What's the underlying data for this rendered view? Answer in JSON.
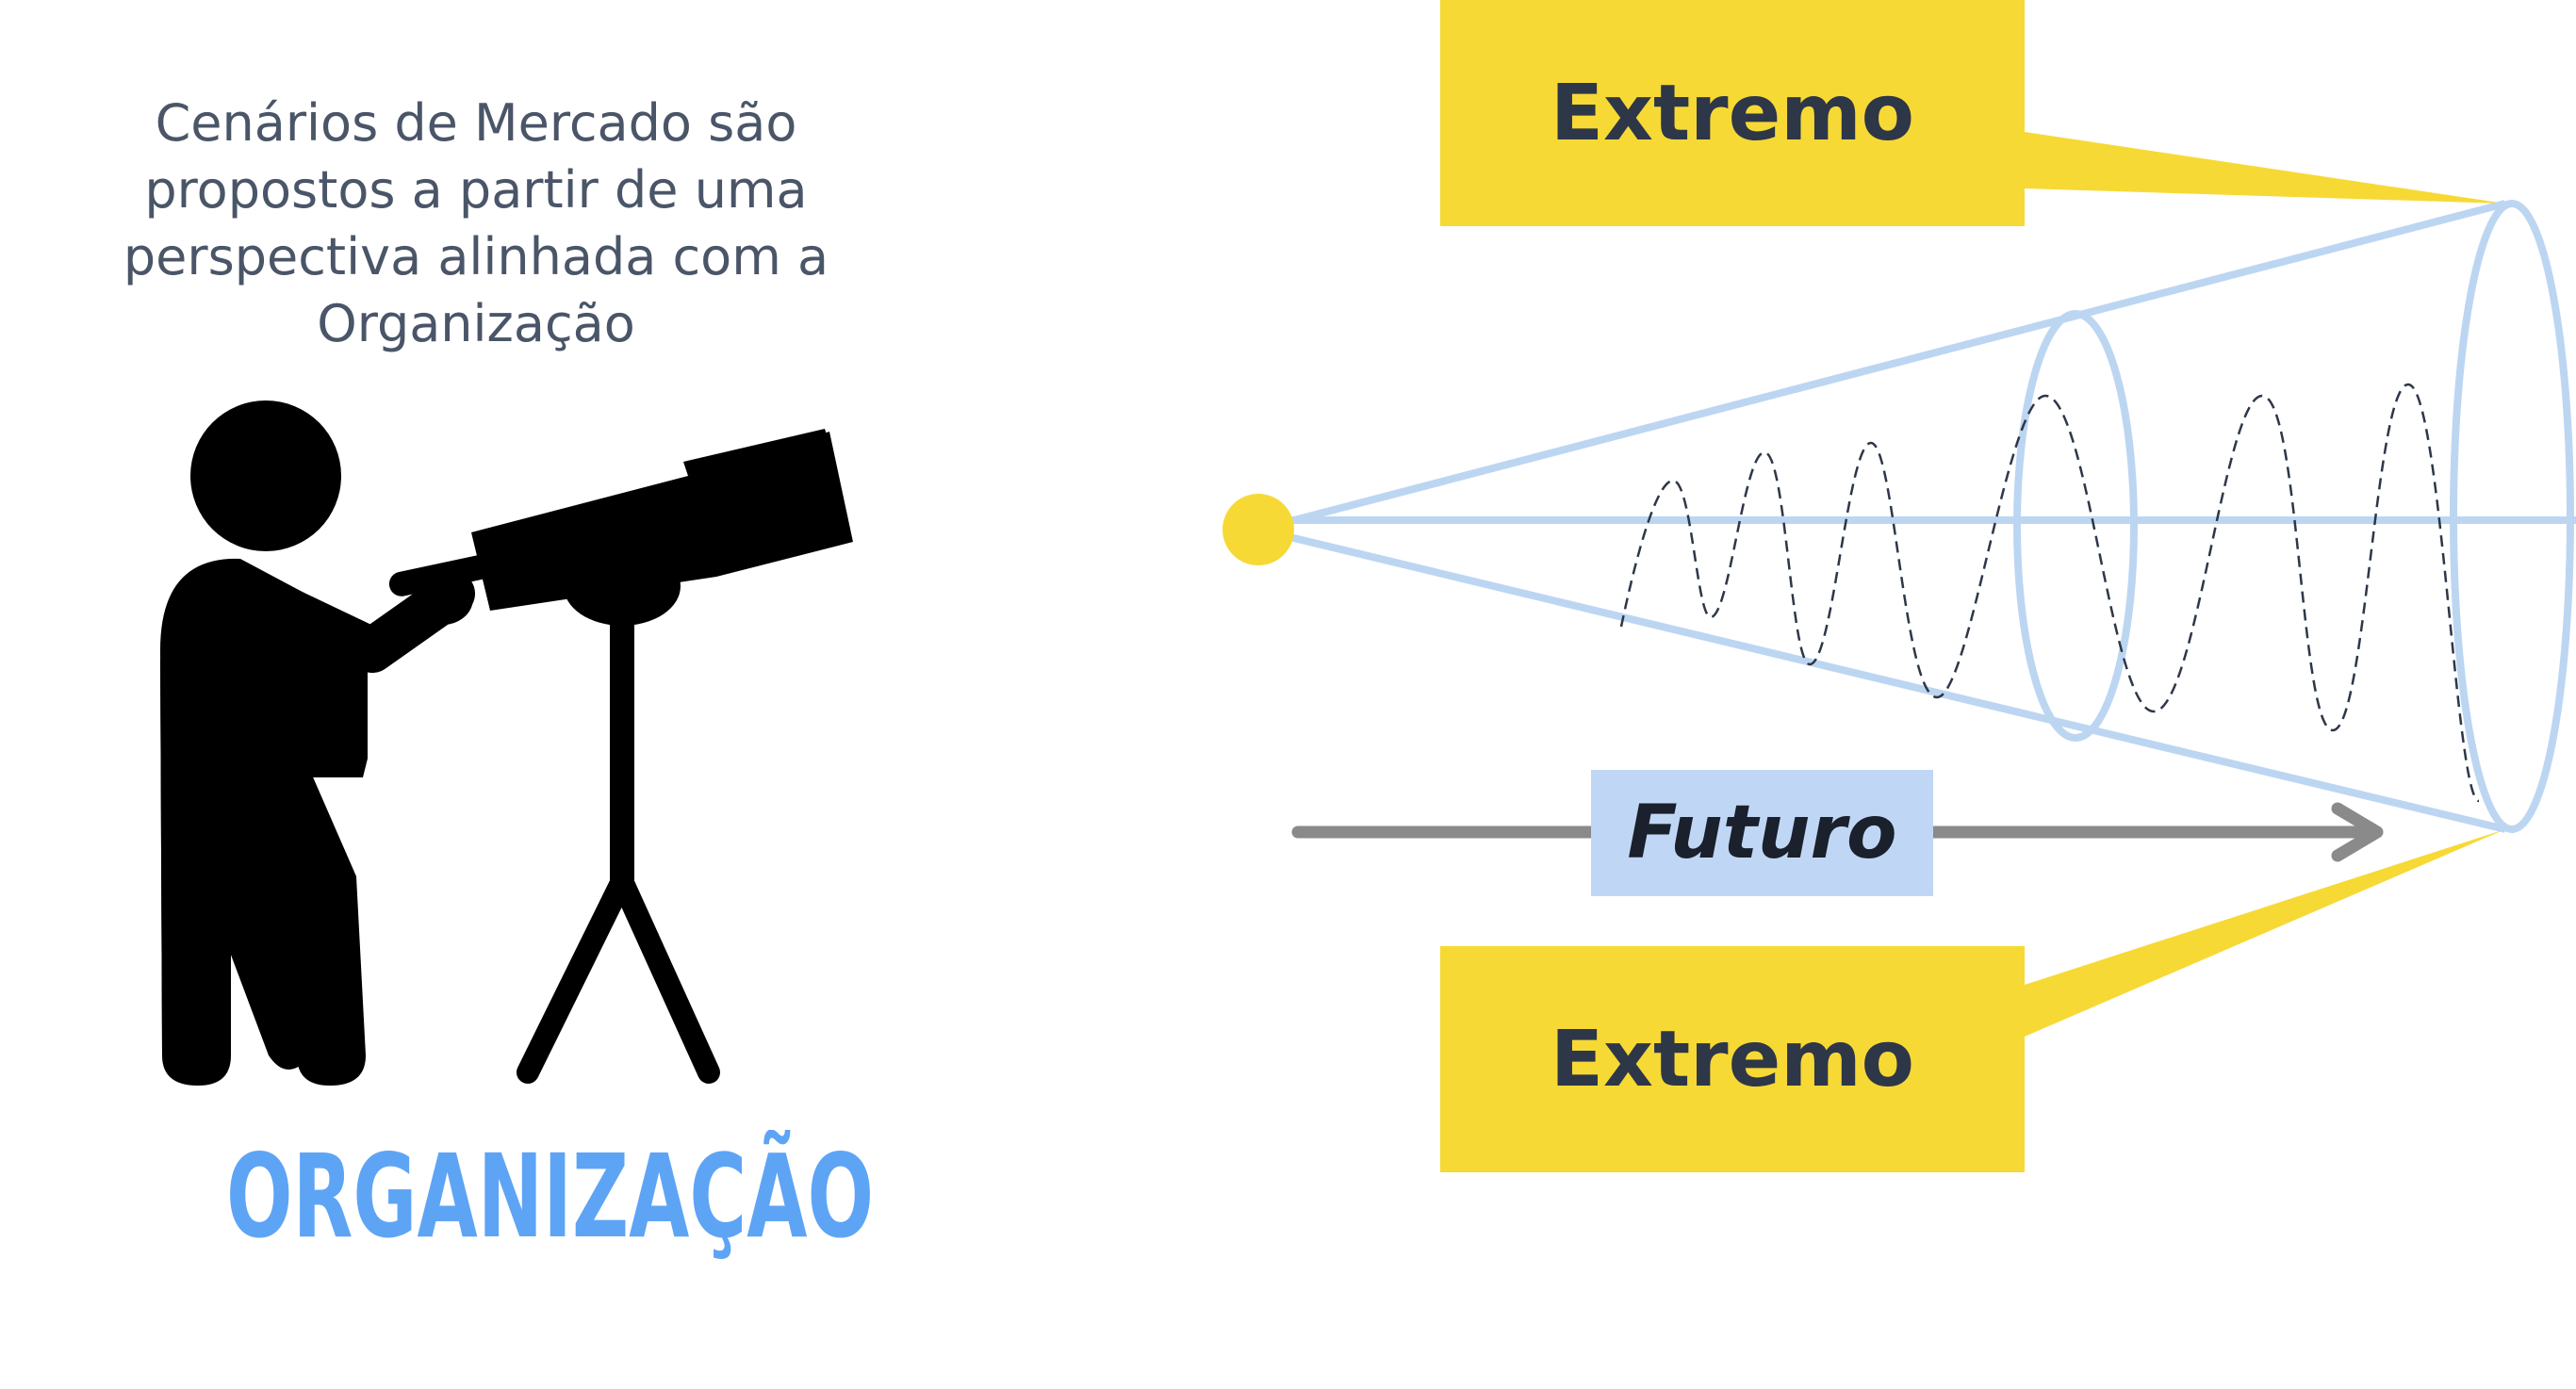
{
  "intro_text": "Cenários de Mercado são propostos a partir de uma perspectiva alinhada com a Organização",
  "organization_label": "ORGANIZAÇÃO",
  "callouts": {
    "top": "Extremo",
    "bottom": "Extremo"
  },
  "future_label": "Futuro",
  "colors": {
    "accent_yellow": "#f7d935",
    "cone_blue": "#bcd6f2",
    "label_blue": "#5ea4f5",
    "future_bg": "#bfd7f5",
    "arrow_gray": "#8a8a8a",
    "silhouette": "#000000",
    "text_dark": "#2d3748",
    "text_gray": "#4a5568"
  },
  "icons": {
    "observer": "person-with-telescope-icon",
    "origin": "origin-dot",
    "arrow": "arrow-right-icon"
  }
}
